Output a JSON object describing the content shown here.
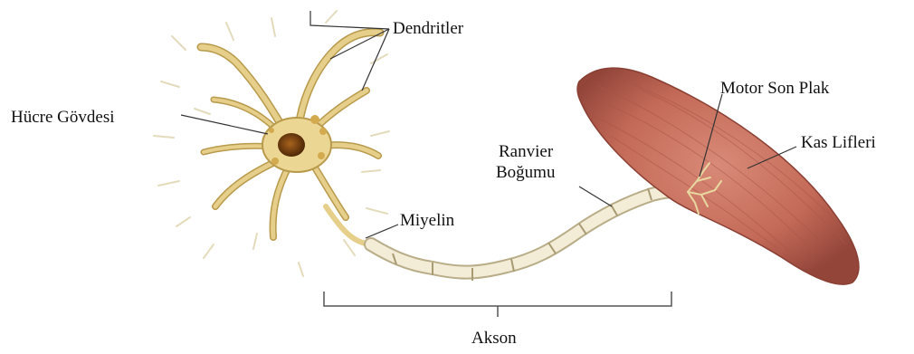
{
  "diagram": {
    "labels": {
      "dendrites": "Dendritler",
      "cell_body": "Hücre Gövdesi",
      "motor_end_plate": "Motor Son Plak",
      "muscle_fibers": "Kas Lifleri",
      "node_of_ranvier_line1": "Ranvier",
      "node_of_ranvier_line2": "Boğumu",
      "myelin": "Miyelin",
      "axon": "Akson"
    },
    "colors": {
      "dendrite": "#e6cf8a",
      "dendrite_edge": "#b89a4c",
      "nucleus": "#6b3c0c",
      "myelin": "#f3edd7",
      "myelin_edge": "#b9ad88",
      "muscle": "#c46a58",
      "muscle_dark": "#93453a",
      "leader_line": "#333333"
    }
  }
}
